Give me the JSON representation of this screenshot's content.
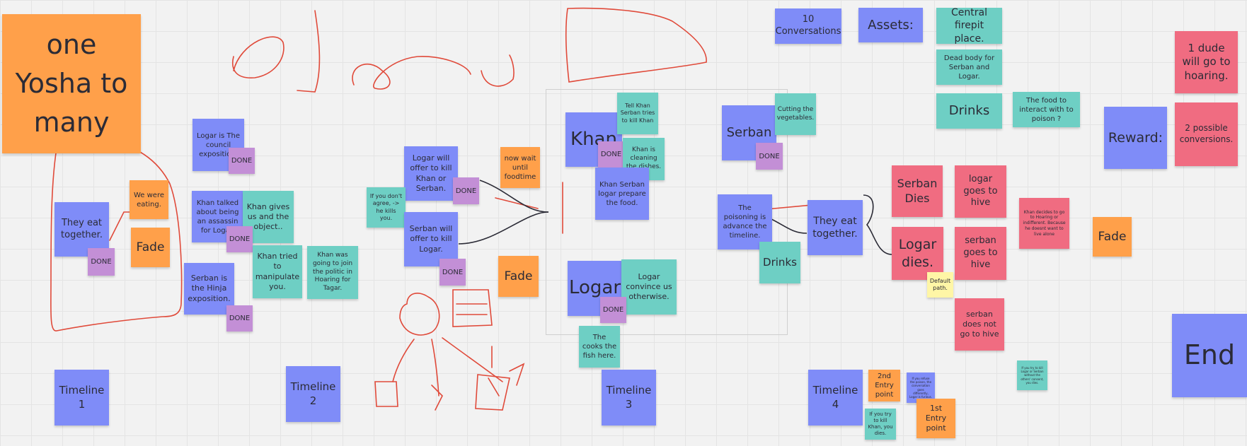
{
  "board": {
    "notes": {
      "title": "one Yosha to many",
      "conv10": "10 Conversations",
      "assets": "Assets:",
      "firepit": "Central firepit place.",
      "deadbody": "Dead body for Serban and Logar.",
      "drinks1": "Drinks",
      "food_poison": "The food to interact with to poison ?",
      "reward": "Reward:",
      "hoaring": "1 dude will go to hoaring.",
      "two_conv": "2 possible conversions.",
      "logar_council": "Logar is The council exposition.",
      "done1": "DONE",
      "we_eating": "We were eating.",
      "eat_together1": "They eat together.",
      "done2": "DONE",
      "fade1": "Fade",
      "khan_talked": "Khan talked about being an assassin for Logar.",
      "khan_gives": "Khan gives us and the object..",
      "done3": "DONE",
      "khan_tried": "Khan tried to manipulate you.",
      "khan_join": "Khan was going to join the politic in Hoaring for Tagar.",
      "serban_hinja": "Serban is the Hinja exposition.",
      "done4": "DONE",
      "logar_offer": "Logar will offer to kill Khan or Serban.",
      "done5": "DONE",
      "wait_food": "now wait until foodtime",
      "if_dont_agree": "If you don't agree, -> he kills you.",
      "serban_offer": "Serban will offer to kill Logar.",
      "done6": "DONE",
      "fade2": "Fade",
      "khan": "Khan",
      "tell_khan": "Tell Khan Serban tries to kill Khan",
      "done7": "DONE",
      "khan_cleaning": "Khan is cleaning the dishes.",
      "khan_serban_logar": "Khan Serban logar prepare the food.",
      "logar": "Logar",
      "logar_convince": "Logar convince us otherwise.",
      "done8": "DONE",
      "cooks_fish": "The cooks the fish here.",
      "serban": "Serban",
      "cutting": "Cutting the vegetables.",
      "done9": "DONE",
      "poisoning": "The poisoning is advance the timeline.",
      "drinks2": "Drinks",
      "eat_together2": "They eat together.",
      "serban_dies": "Serban Dies",
      "logar_hive": "logar goes to hive",
      "logar_dies": "Logar dies.",
      "serban_hive": "serban goes to hive",
      "default_path": "Default path.",
      "serban_not_hive": "serban does not go to hive",
      "khan_decides": "Khan decides to go to Hoaring or indifferent. Because he doesnt want to live alone",
      "fade3": "Fade",
      "end": "End",
      "timeline1": "Timeline 1",
      "timeline2": "Timeline 2",
      "timeline3": "Timeline 3",
      "timeline4": "Timeline 4",
      "entry2": "2nd Entry point",
      "tiny_blue": "If you refuse the poison, the conversation goes differently, Logar is furious.",
      "try_kill_khan": "If you try to kill Khan, you dies.",
      "entry1": "1st Entry point",
      "try_kill_logar": "If you try to kill Logar or Serban without the others' consent, you dies."
    }
  },
  "colors": {
    "blue": "#7f8cf8",
    "teal": "#6ecfc4",
    "orange": "#ffa04a",
    "pink": "#f06c81",
    "purple": "#c38fd6",
    "yellow": "#fff6a6",
    "ink_red": "#e04a3a"
  }
}
